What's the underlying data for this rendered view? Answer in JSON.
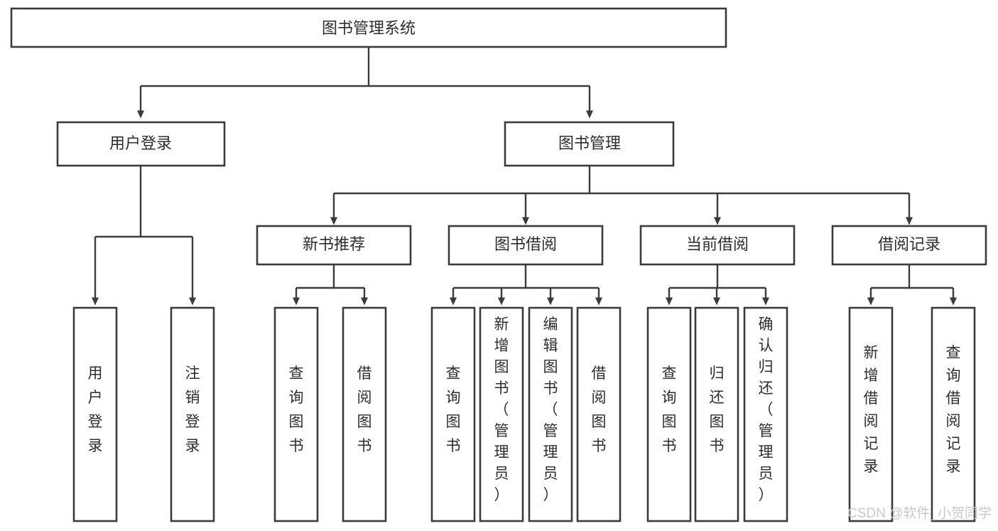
{
  "diagram": {
    "type": "hierarchy-tree",
    "title_node": {
      "id": "root",
      "label": "图书管理系统",
      "orientation": "horizontal"
    },
    "level2": [
      {
        "id": "user-login",
        "label": "用户登录",
        "orientation": "horizontal"
      },
      {
        "id": "book-management",
        "label": "图书管理",
        "orientation": "horizontal"
      }
    ],
    "level3": [
      {
        "id": "new-book-recommend",
        "label": "新书推荐",
        "orientation": "horizontal"
      },
      {
        "id": "book-borrow",
        "label": "图书借阅",
        "orientation": "horizontal"
      },
      {
        "id": "current-borrow",
        "label": "当前借阅",
        "orientation": "horizontal"
      },
      {
        "id": "borrow-record",
        "label": "借阅记录",
        "orientation": "horizontal"
      }
    ],
    "leaves": [
      {
        "id": "leaf-user-login",
        "parent": "user-login",
        "lines": [
          "用",
          "户",
          "登",
          "录"
        ],
        "orientation": "vertical"
      },
      {
        "id": "leaf-logout-login",
        "parent": "user-login",
        "lines": [
          "注",
          "销",
          "登",
          "录"
        ],
        "orientation": "vertical"
      },
      {
        "id": "leaf-query-book-1",
        "parent": "new-book-recommend",
        "lines": [
          "查",
          "询",
          "图",
          "书"
        ],
        "orientation": "vertical"
      },
      {
        "id": "leaf-borrow-book-1",
        "parent": "new-book-recommend",
        "lines": [
          "借",
          "阅",
          "图",
          "书"
        ],
        "orientation": "vertical"
      },
      {
        "id": "leaf-query-book-2",
        "parent": "book-borrow",
        "lines": [
          "查",
          "询",
          "图",
          "书"
        ],
        "orientation": "vertical"
      },
      {
        "id": "leaf-add-book-admin",
        "parent": "book-borrow",
        "lines": [
          "新",
          "增",
          "图",
          "书",
          "（",
          "管",
          "理",
          "员",
          "）"
        ],
        "orientation": "vertical"
      },
      {
        "id": "leaf-edit-book-admin",
        "parent": "book-borrow",
        "lines": [
          "编",
          "辑",
          "图",
          "书",
          "（",
          "管",
          "理",
          "员",
          "）"
        ],
        "orientation": "vertical"
      },
      {
        "id": "leaf-borrow-book-2",
        "parent": "book-borrow",
        "lines": [
          "借",
          "阅",
          "图",
          "书"
        ],
        "orientation": "vertical"
      },
      {
        "id": "leaf-query-book-3",
        "parent": "current-borrow",
        "lines": [
          "查",
          "询",
          "图",
          "书"
        ],
        "orientation": "vertical"
      },
      {
        "id": "leaf-return-book",
        "parent": "current-borrow",
        "lines": [
          "归",
          "还",
          "图",
          "书"
        ],
        "orientation": "vertical"
      },
      {
        "id": "leaf-confirm-return-admin",
        "parent": "current-borrow",
        "lines": [
          "确",
          "认",
          "归",
          "还",
          "（",
          "管",
          "理",
          "员",
          "）"
        ],
        "orientation": "vertical"
      },
      {
        "id": "leaf-add-borrow-record",
        "parent": "borrow-record",
        "lines": [
          "新",
          "增",
          "借",
          "阅",
          "记",
          "录"
        ],
        "orientation": "vertical"
      },
      {
        "id": "leaf-query-borrow-record",
        "parent": "borrow-record",
        "lines": [
          "查",
          "询",
          "借",
          "阅",
          "记",
          "录"
        ],
        "orientation": "vertical"
      }
    ],
    "colors": {
      "stroke": "#3b3b3b",
      "fill": "#ffffff",
      "text": "#2d2d2d",
      "watermark": "#c9c9c9",
      "background": "#ffffff"
    }
  },
  "watermark": {
    "text": "CSDN @软件_小贺同学"
  }
}
